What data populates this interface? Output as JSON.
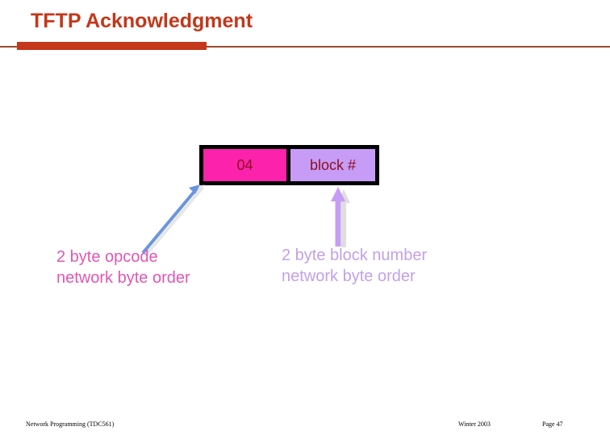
{
  "slide": {
    "title": "TFTP Acknowledgment",
    "accent_color": "#c4371a",
    "rule_color": "#9c4a30"
  },
  "packet": {
    "name": "tftp-acknowledgment-packet",
    "border_color": "#000000",
    "fields": [
      {
        "label": "04",
        "fill": "#fc22ab",
        "text_color": "#8f1020",
        "width": 103
      },
      {
        "label": "block #",
        "fill": "#c79cf7",
        "text_color": "#8f1020",
        "width": 105
      }
    ]
  },
  "callouts": [
    {
      "line1": "2 byte opcode",
      "line2": "network byte order",
      "color": "#e256b6",
      "arrow_color": "#6b95dd",
      "arrow_kind": "diagonal-up-right"
    },
    {
      "line1": "2 byte block number",
      "line2": "network byte order",
      "color": "#c3a0e8",
      "arrow_color": "#c79cf7",
      "arrow_kind": "vertical-up"
    }
  ],
  "footer": {
    "course": "Network Programming (TDC561)",
    "term": "Winter  2003",
    "page": "Page 47"
  }
}
